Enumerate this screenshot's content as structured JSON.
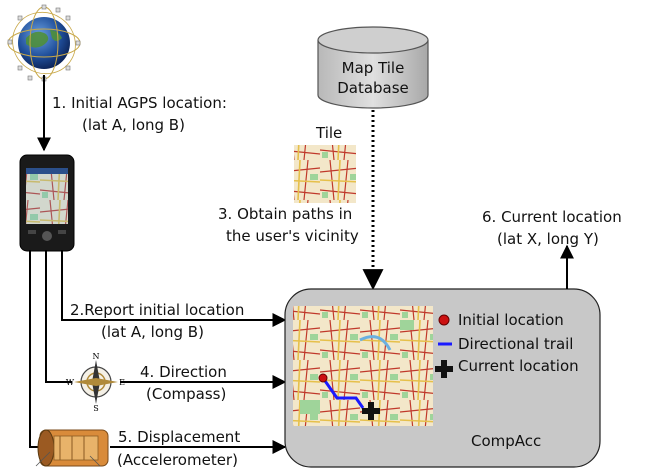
{
  "database": {
    "line1": "Map Tile",
    "line2": "Database"
  },
  "tile": {
    "label": "Tile"
  },
  "step1": {
    "line1": "1. Initial AGPS location:",
    "line2": "(lat A, long B)"
  },
  "step2": {
    "line1": "2.Report initial location",
    "line2": "(lat A, long B)"
  },
  "step3": {
    "line1": "3. Obtain paths in",
    "line2": "the user's vicinity"
  },
  "step4": {
    "line1": "4. Direction",
    "line2": "(Compass)"
  },
  "step5": {
    "line1": "5. Displacement",
    "line2": "(Accelerometer)"
  },
  "step6": {
    "line1": "6. Current location",
    "line2": "(lat X, long Y)"
  },
  "compacc": {
    "title": "CompAcc"
  },
  "legend": {
    "initial": "Initial location",
    "trail": "Directional trail",
    "current": "Current location"
  },
  "compass": {
    "n": "N",
    "s": "S",
    "w": "W",
    "e": "E"
  },
  "colors": {
    "box": "#c8c8c8",
    "trail": "#1a1aff",
    "initial_dot": "#cc1111"
  }
}
